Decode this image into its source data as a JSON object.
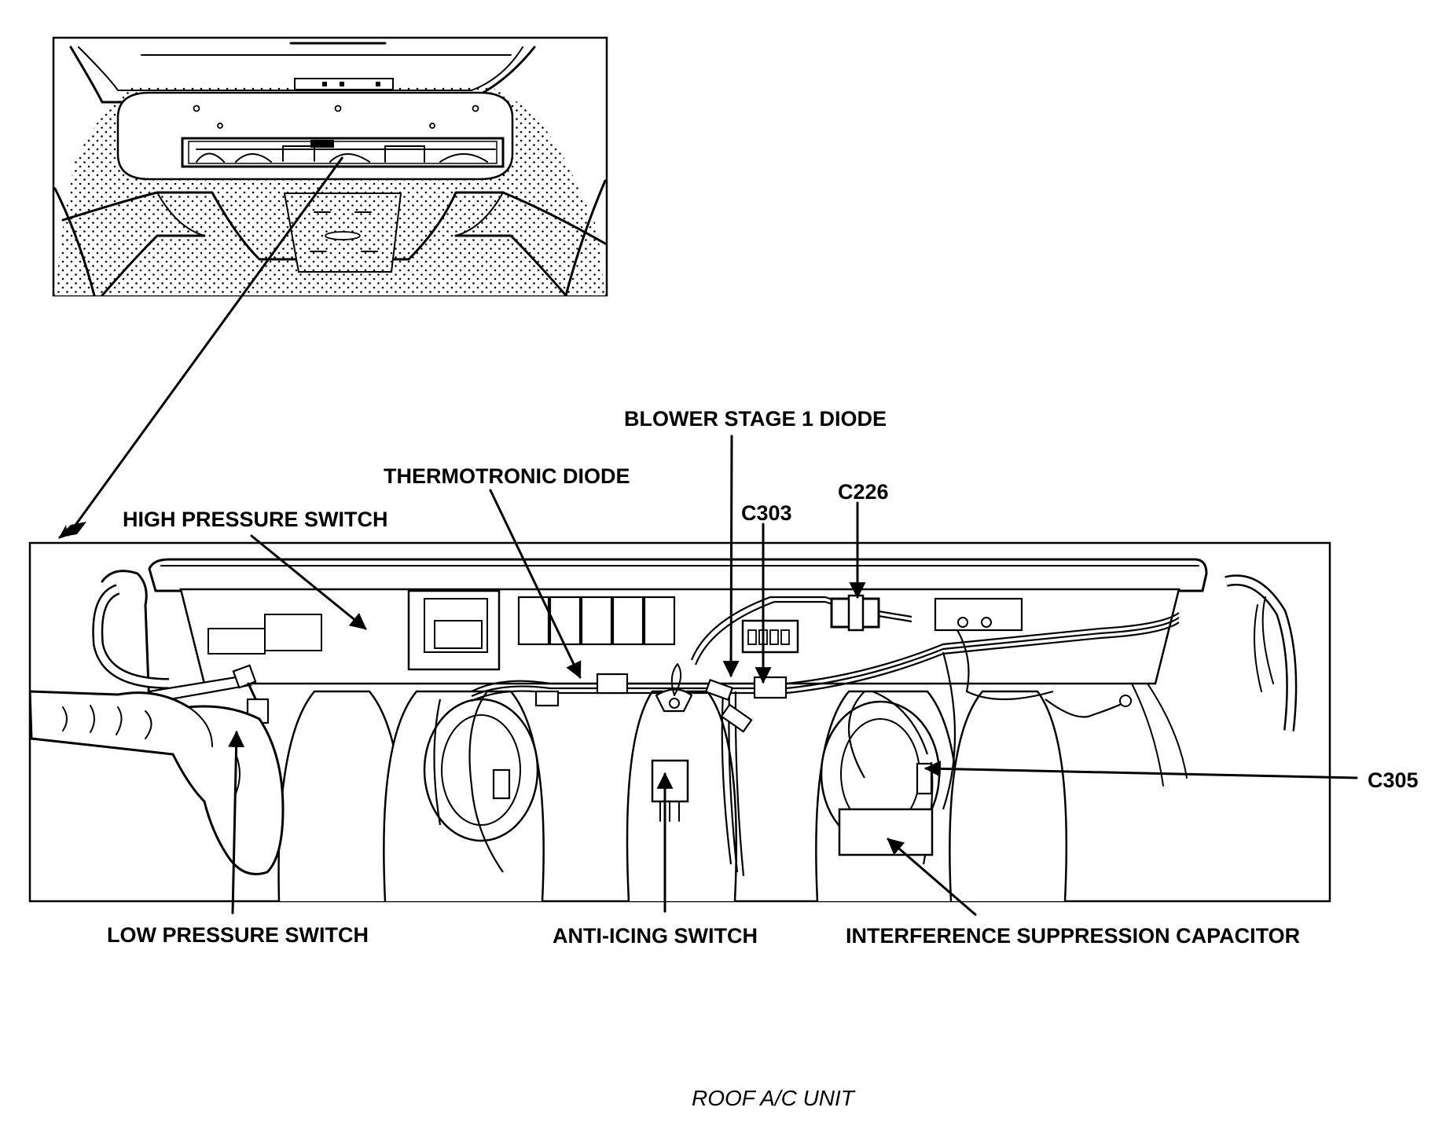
{
  "labels": {
    "blower_stage_1_diode": "BLOWER STAGE 1 DIODE",
    "thermotronic_diode": "THERMOTRONIC DIODE",
    "c226": "C226",
    "c303": "C303",
    "high_pressure_switch": "HIGH PRESSURE SWITCH",
    "c305": "C305",
    "low_pressure_switch": "LOW PRESSURE SWITCH",
    "anti_icing_switch": "ANTI-ICING SWITCH",
    "interference_suppression_capacitor": "INTERFERENCE SUPPRESSION CAPACITOR"
  },
  "caption": "ROOF A/C UNIT",
  "icons": {
    "pointer": "arrow-icon",
    "hand": "hand-icon"
  }
}
